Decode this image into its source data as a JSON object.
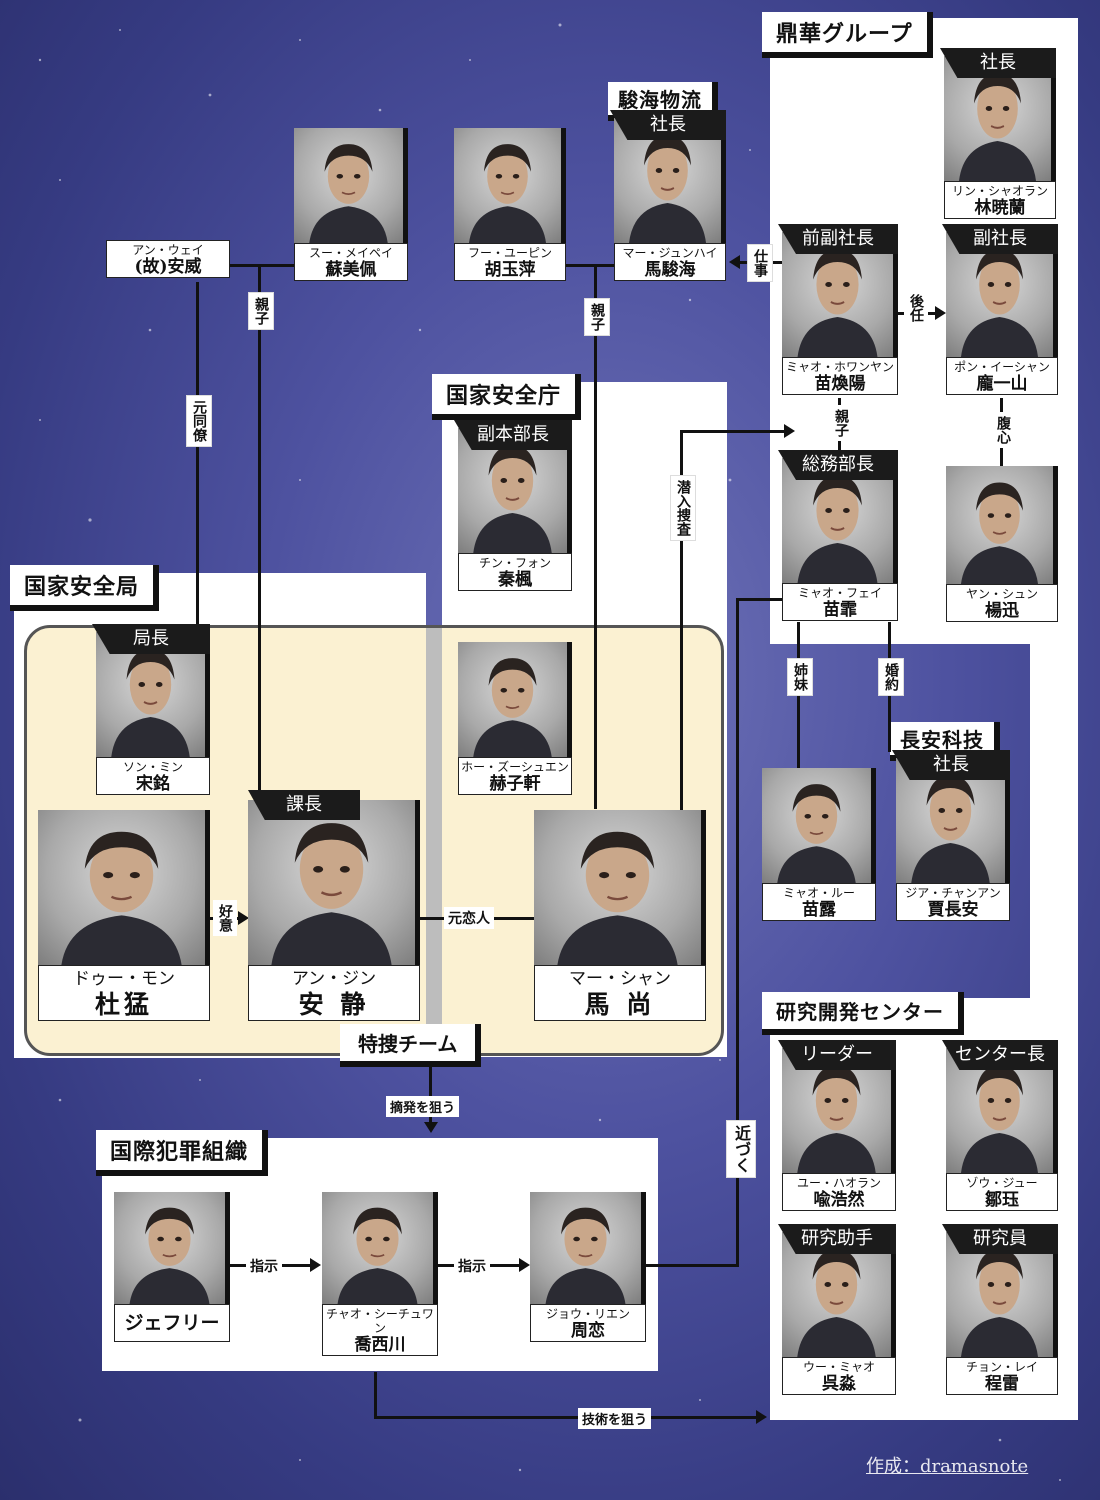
{
  "orgs": {
    "dinghua": "鼎華グループ",
    "junhai": "駿海物流",
    "ministry": "国家安全庁",
    "bureau": "国家安全局",
    "changan": "長安科技",
    "rnd": "研究開発センター",
    "crime": "国際犯罪組織"
  },
  "team_label": "特捜チーム",
  "characters": {
    "an_wei": {
      "kana": "アン・ウェイ",
      "kanji": "(故)安威"
    },
    "su_meipei": {
      "kana": "スー・メイペイ",
      "kanji": "蘇美佩"
    },
    "hu_yuping": {
      "kana": "フー・ユーピン",
      "kanji": "胡玉萍"
    },
    "ma_junhai": {
      "kana": "マー・ジュンハイ",
      "kanji": "馬駿海",
      "role": "社長"
    },
    "lin_xiaolan": {
      "kana": "リン・シャオラン",
      "kanji": "林暁蘭",
      "role": "社長"
    },
    "miao_huanyang": {
      "kana": "ミャオ・ホワンヤン",
      "kanji": "苗煥陽",
      "role": "前副社長"
    },
    "pang_yishan": {
      "kana": "ポン・イーシャン",
      "kanji": "龐一山",
      "role": "副社長"
    },
    "qin_feng": {
      "kana": "チン・フォン",
      "kanji": "秦楓",
      "role": "副本部長"
    },
    "miao_fei": {
      "kana": "ミャオ・フェイ",
      "kanji": "苗霏",
      "role": "総務部長"
    },
    "yang_xun": {
      "kana": "ヤン・シュン",
      "kanji": "楊迅"
    },
    "song_ming": {
      "kana": "ソン・ミン",
      "kanji": "宋銘",
      "role": "局長"
    },
    "he_zixuan": {
      "kana": "ホー・ズーシュエン",
      "kanji": "赫子軒"
    },
    "du_meng": {
      "kana": "ドゥー・モン",
      "kanji": "杜猛"
    },
    "an_jing": {
      "kana": "アン・ジン",
      "kanji": "安 静",
      "role": "課長"
    },
    "ma_shang": {
      "kana": "マー・シャン",
      "kanji": "馬 尚"
    },
    "miao_lu": {
      "kana": "ミャオ・ルー",
      "kanji": "苗露"
    },
    "jia_changan": {
      "kana": "ジア・チャンアン",
      "kanji": "賈長安",
      "role": "社長"
    },
    "yu_haoran": {
      "kana": "ユー・ハオラン",
      "kanji": "喩浩然",
      "role": "リーダー"
    },
    "zou_yu": {
      "kana": "ゾウ・ジュー",
      "kanji": "鄒珏",
      "role": "センター長"
    },
    "wu_miao": {
      "kana": "ウー・ミャオ",
      "kanji": "呉淼",
      "role": "研究助手"
    },
    "cheng_lei": {
      "kana": "チョン・レイ",
      "kanji": "程雷",
      "role": "研究員"
    },
    "jeffrey": {
      "kana": "",
      "kanji": "ジェフリー"
    },
    "qiao_xichuan": {
      "kana": "チャオ・シーチュワン",
      "kanji": "喬西川"
    },
    "zhou_lian": {
      "kana": "ジョウ・リエン",
      "kanji": "周恋"
    }
  },
  "relations": {
    "oyako1": "親子",
    "oyako2": "親子",
    "oyako3": "親子",
    "motodouryou": "元同僚",
    "shigoto": "仕事",
    "kounin": "後任",
    "fukushin": "腹心",
    "sennyu": "潜入捜査",
    "shimai": "姉妹",
    "konyaku": "婚約",
    "koui": "好意",
    "motokoibito": "元恋人",
    "tekihatsu": "摘発を狙う",
    "chikadzuku": "近づく",
    "shiji1": "指示",
    "shiji2": "指示",
    "gijutsu": "技術を狙う"
  },
  "credit": "作成：dramasnote"
}
